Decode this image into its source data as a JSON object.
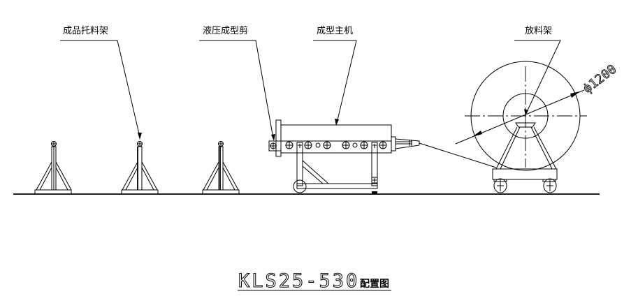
{
  "drawing": {
    "title": {
      "model": "KLS25-530",
      "suffix": "配置图"
    },
    "labels": [
      {
        "id": "product-rack",
        "text": "成品托料架"
      },
      {
        "id": "hydraulic-cutter",
        "text": "液压成型剪"
      },
      {
        "id": "forming-machine",
        "text": "成型主机"
      },
      {
        "id": "decoiler",
        "text": "放料架"
      }
    ],
    "dimension": {
      "symbol": "ϕ",
      "value": "1200",
      "text": "ϕ1200"
    },
    "colors": {
      "line": "#000000",
      "background": "#ffffff"
    }
  }
}
